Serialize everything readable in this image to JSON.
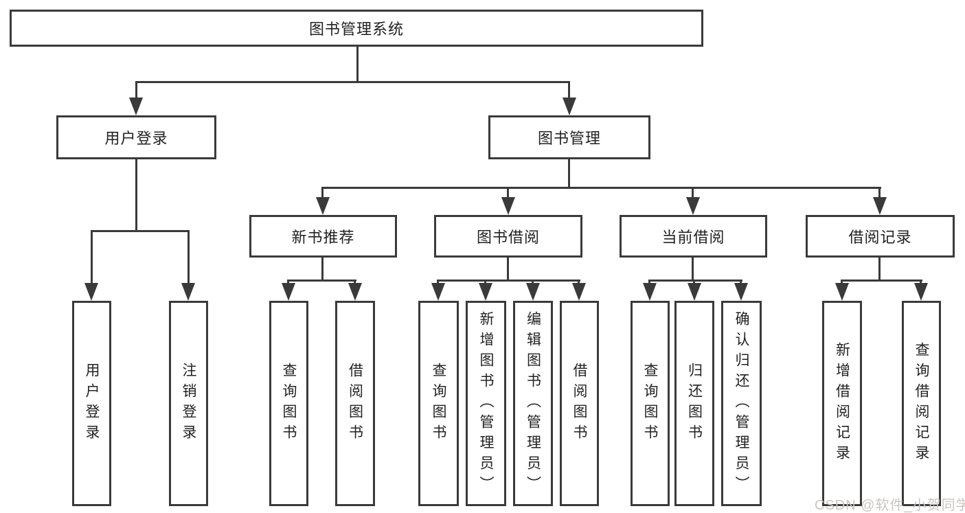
{
  "colors": {
    "line": "#3a3a3a",
    "text": "#222222",
    "watermark": "#c9c5c1",
    "background": "#ffffff"
  },
  "diagram": {
    "root": {
      "label": "图书管理系统"
    },
    "level2": [
      {
        "label": "用户登录"
      },
      {
        "label": "图书管理"
      }
    ],
    "level3": [
      {
        "label": "新书推荐"
      },
      {
        "label": "图书借阅"
      },
      {
        "label": "当前借阅"
      },
      {
        "label": "借阅记录"
      }
    ],
    "leaves": {
      "user_login": [
        {
          "label": "用户登录"
        },
        {
          "label": "注销登录"
        }
      ],
      "new_book": [
        {
          "label": "查询图书"
        },
        {
          "label": "借阅图书"
        }
      ],
      "book_borrow": [
        {
          "label": "查询图书"
        },
        {
          "label": "新增图书（管理员）"
        },
        {
          "label": "编辑图书（管理员）"
        },
        {
          "label": "借阅图书"
        }
      ],
      "current_borrow": [
        {
          "label": "查询图书"
        },
        {
          "label": "归还图书"
        },
        {
          "label": "确认归还（管理员）"
        }
      ],
      "borrow_record": [
        {
          "label": "新增借阅记录"
        },
        {
          "label": "查询借阅记录"
        }
      ]
    },
    "watermark": "CSDN @软件_小贺同学"
  }
}
